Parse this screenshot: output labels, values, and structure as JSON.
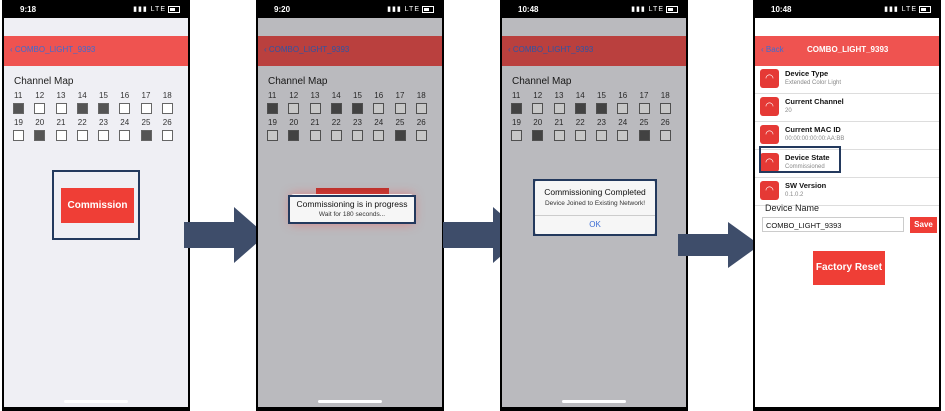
{
  "phone1": {
    "time": "9:18",
    "signal": "LTE",
    "nav_back": "COMBO_LIGHT_9393",
    "channel_map_title": "Channel Map",
    "commission_label": "Commission"
  },
  "phone2": {
    "time": "9:20",
    "signal": "LTE",
    "nav_back": "COMBO_LIGHT_9393",
    "channel_map_title": "Channel Map",
    "alert_title": "Commissioning is in progress",
    "alert_message": "Wait for 180 seconds..."
  },
  "phone3": {
    "time": "10:48",
    "signal": "LTE",
    "nav_back": "COMBO_LIGHT_9393",
    "channel_map_title": "Channel Map",
    "alert_title": "Commissioning Completed",
    "alert_message": "Device Joined to Existing Network!",
    "alert_ok": "OK"
  },
  "phone4": {
    "time": "10:48",
    "signal": "LTE",
    "back_label": "Back",
    "nav_title": "COMBO_LIGHT_9393",
    "items": [
      {
        "label": "Device Type",
        "value": "Extended Color Light"
      },
      {
        "label": "Current Channel",
        "value": "20"
      },
      {
        "label": "Current MAC ID",
        "value": "00:00:00:00:00:AA:BB"
      },
      {
        "label": "Device State",
        "value": "Commissioned"
      },
      {
        "label": "SW Version",
        "value": "0.1.0.2"
      }
    ],
    "device_name_title": "Device Name",
    "device_name_value": "COMBO_LIGHT_9393",
    "save_label": "Save",
    "factory_reset_label": "Factory Reset"
  },
  "channel_map": {
    "row1": [
      "11",
      "12",
      "13",
      "14",
      "15",
      "16",
      "17",
      "18"
    ],
    "row2": [
      "19",
      "20",
      "21",
      "22",
      "23",
      "24",
      "25",
      "26"
    ],
    "checked_row1": [
      true,
      false,
      false,
      true,
      true,
      false,
      false,
      false
    ],
    "checked_row2": [
      false,
      true,
      false,
      false,
      false,
      false,
      true,
      false
    ]
  },
  "colors": {
    "accent_red": "#ef3e36",
    "navbar_red": "#ef5350",
    "highlight_navy": "#23395d",
    "arrow_slate": "#3e4d6a",
    "link_blue": "#3b6cd4"
  },
  "icons": {
    "arrow": "right-arrow-icon",
    "device": "wifi-signal-icon"
  }
}
